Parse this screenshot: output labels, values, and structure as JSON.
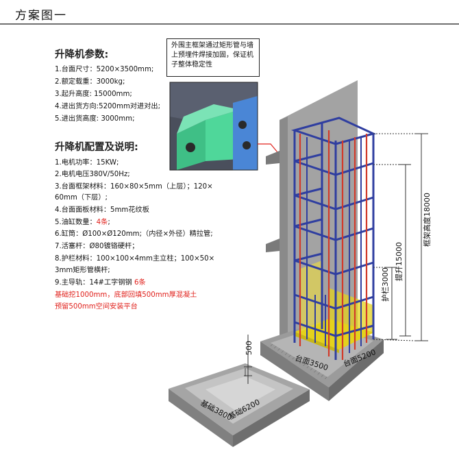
{
  "page": {
    "title": "方案图一"
  },
  "params": {
    "heading": "升降机参数:",
    "lines": [
      "1.台面尺寸：5200×3500mm;",
      "2.额定载重：3000kg;",
      "3.起升高度: 15000mm;",
      "4.进出货方向:5200mm对进对出;",
      "5.进出货高度: 3000mm;"
    ]
  },
  "config": {
    "heading": "升降机配置及说明:",
    "lines": [
      "1.电机功率：15KW;",
      "2.电机电压380V/50Hz;",
      "3.台面框架材料：160×80×5mm（上层）；120×",
      "60mm（下层）;",
      "4.台面面板材料：5mm花纹板"
    ],
    "cylinder_prefix": "5.油缸数量：",
    "cylinder_count": "4条",
    "cylinder_suffix": ";",
    "lines2": [
      "6.缸筒：Ø100×Ø120mm;（内径×外径）精拉管;",
      "7.活塞杆：Ø80镀铬硬杆；",
      "8.护栏材料：100×100×4mm主立柱；100×50×",
      "3mm矩形管横杆;"
    ],
    "rail_prefix": "9.主导轨：14#工字钢钢",
    "rail_count": "6条",
    "notes": [
      "基础挖1000mm，底部回填500mm厚混凝土",
      "预留500mm空间安装平台"
    ]
  },
  "callout": {
    "text": "外围主框架通过矩形管与墙上预埋件焊接加固，保证机子整体稳定性"
  },
  "dimensions": {
    "frame_height": "框架高度18000",
    "lift_height": "提升15000",
    "guardrail": "护栏3000",
    "pit_depth": "500",
    "platform_depth": "台面3500",
    "platform_width": "台面5200",
    "base_depth": "基础3800",
    "base_width": "基础6200"
  },
  "colors": {
    "frame_blue": "#2f3ea0",
    "rail_red": "#d23a2a",
    "platform_yellow": "#e4d21c",
    "wall_gray": "#a3a3a3",
    "detail_green": "#4fd79a",
    "detail_plate": "#4a86d6",
    "note_red": "#e0201b"
  }
}
